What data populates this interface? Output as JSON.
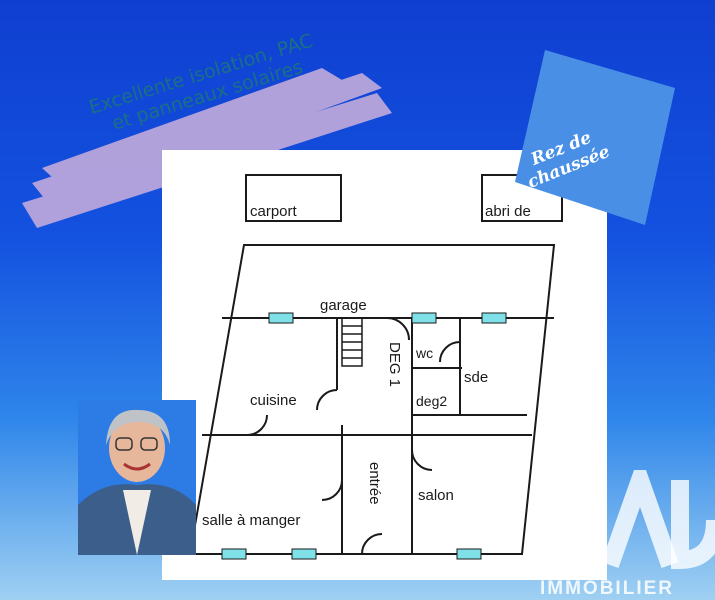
{
  "banner": {
    "line1": "Excellente isolation, PAC",
    "line2": "et panneaux solaires"
  },
  "tag": {
    "line1": "Rez de",
    "line2": "chaussée"
  },
  "plan": {
    "rooms": {
      "carport": "carport",
      "abri": "abri de",
      "garage": "garage",
      "wc": "wc",
      "sde": "sde",
      "deg1": "DEG 1",
      "deg2": "deg2",
      "cuisine": "cuisine",
      "salle": "salle à manger",
      "entree": "entrée",
      "salon": "salon"
    },
    "window_color": "#7fe0e8",
    "line_color": "#1a1a1a"
  },
  "brand": {
    "name": "IMMOBILIER"
  },
  "colors": {
    "banner_fill": "#b9a6dc",
    "tag_fill": "#4a8fe6",
    "text_teal": "#1a6f86"
  }
}
